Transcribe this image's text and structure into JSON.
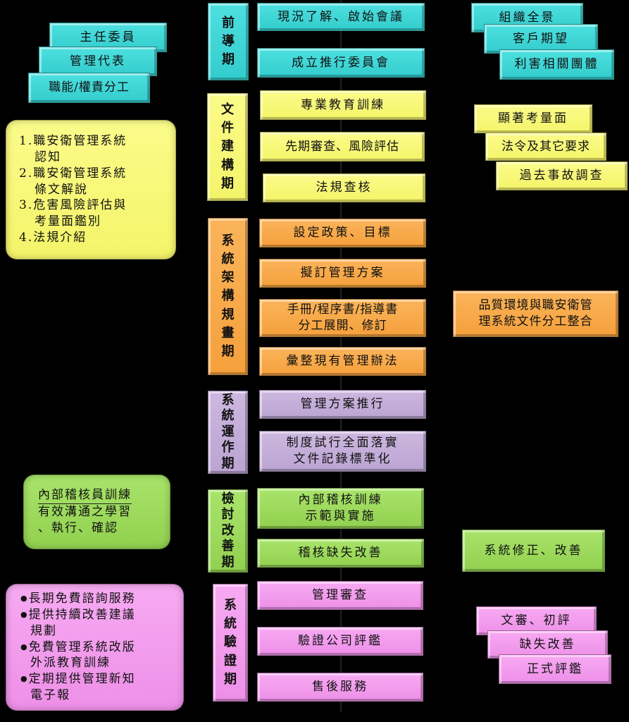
{
  "colors": {
    "cyan": "#33cccc",
    "yellow": "#f4f46a",
    "orange": "#f5a03c",
    "purple": "#bba4d2",
    "green": "#92d050",
    "pink": "#ee8fe8",
    "background": "#000000"
  },
  "phases": [
    {
      "name": "前導期",
      "chars": [
        "前",
        "導",
        "期"
      ],
      "steps": [
        "現況了解、啟始會議",
        "成立推行委員會"
      ],
      "left_items": [
        "主任委員",
        "管理代表",
        "職能/權責分工"
      ],
      "right_items": [
        "組織全景",
        "客戶期望",
        "利害相關團體"
      ]
    },
    {
      "name": "文件建構期",
      "chars": [
        "文",
        "件",
        "建",
        "構",
        "期"
      ],
      "steps": [
        "專業教育訓練",
        "先期審查、風險評估",
        "法規查核"
      ],
      "left_list": [
        {
          "num": "1.",
          "line1": "職安衛管理系統",
          "line2": "認知"
        },
        {
          "num": "2.",
          "line1": "職安衛管理系統",
          "line2": "條文解說"
        },
        {
          "num": "3.",
          "line1": "危害風險評估與",
          "line2": "考量面鑑別"
        },
        {
          "num": "4.",
          "line1": "法規介紹",
          "line2": ""
        }
      ],
      "right_items": [
        "顯著考量面",
        "法令及其它要求",
        "過去事故調查"
      ]
    },
    {
      "name": "系統架構規畫期",
      "chars": [
        "系",
        "統",
        "架",
        "構",
        "規",
        "畫",
        "期"
      ],
      "steps": [
        "設定政策、目標",
        "擬訂管理方案",
        "手冊/程序書/指導書",
        "分工展開、修訂",
        "彙整現有管理辦法"
      ],
      "right_box": [
        "品質環境與職安衛管",
        "理系統文件分工整合"
      ]
    },
    {
      "name": "系統運作期",
      "chars": [
        "系",
        "統",
        "運",
        "作",
        "期"
      ],
      "steps": [
        "管理方案推行",
        "制度試行全面落實",
        "文件記錄標準化"
      ]
    },
    {
      "name": "檢討改善期",
      "chars": [
        "檢",
        "討",
        "改",
        "善",
        "期"
      ],
      "steps": [
        "內部稽核訓練",
        "示範與實施",
        "稽核缺失改善"
      ],
      "left_box": {
        "title": "內部稽核員訓練",
        "line1": "有效溝通之學習",
        "line2": "、執行、確認"
      },
      "right_box": "系統修正、改善"
    },
    {
      "name": "系統驗證期",
      "chars": [
        "系",
        "統",
        "驗",
        "證",
        "期"
      ],
      "steps": [
        "管理審查",
        "驗證公司評鑑",
        "售後服務"
      ],
      "left_bullets": [
        {
          "line1": "長期免費諮詢服務",
          "line2": ""
        },
        {
          "line1": "提供持續改善建議",
          "line2": "規劃"
        },
        {
          "line1": "免費管理系統改版",
          "line2": "外派教育訓練"
        },
        {
          "line1": "定期提供管理新知",
          "line2": "電子報"
        }
      ],
      "right_items": [
        "文審、初評",
        "缺失改善",
        "正式評鑑"
      ]
    }
  ],
  "bullet_glyph": "●"
}
